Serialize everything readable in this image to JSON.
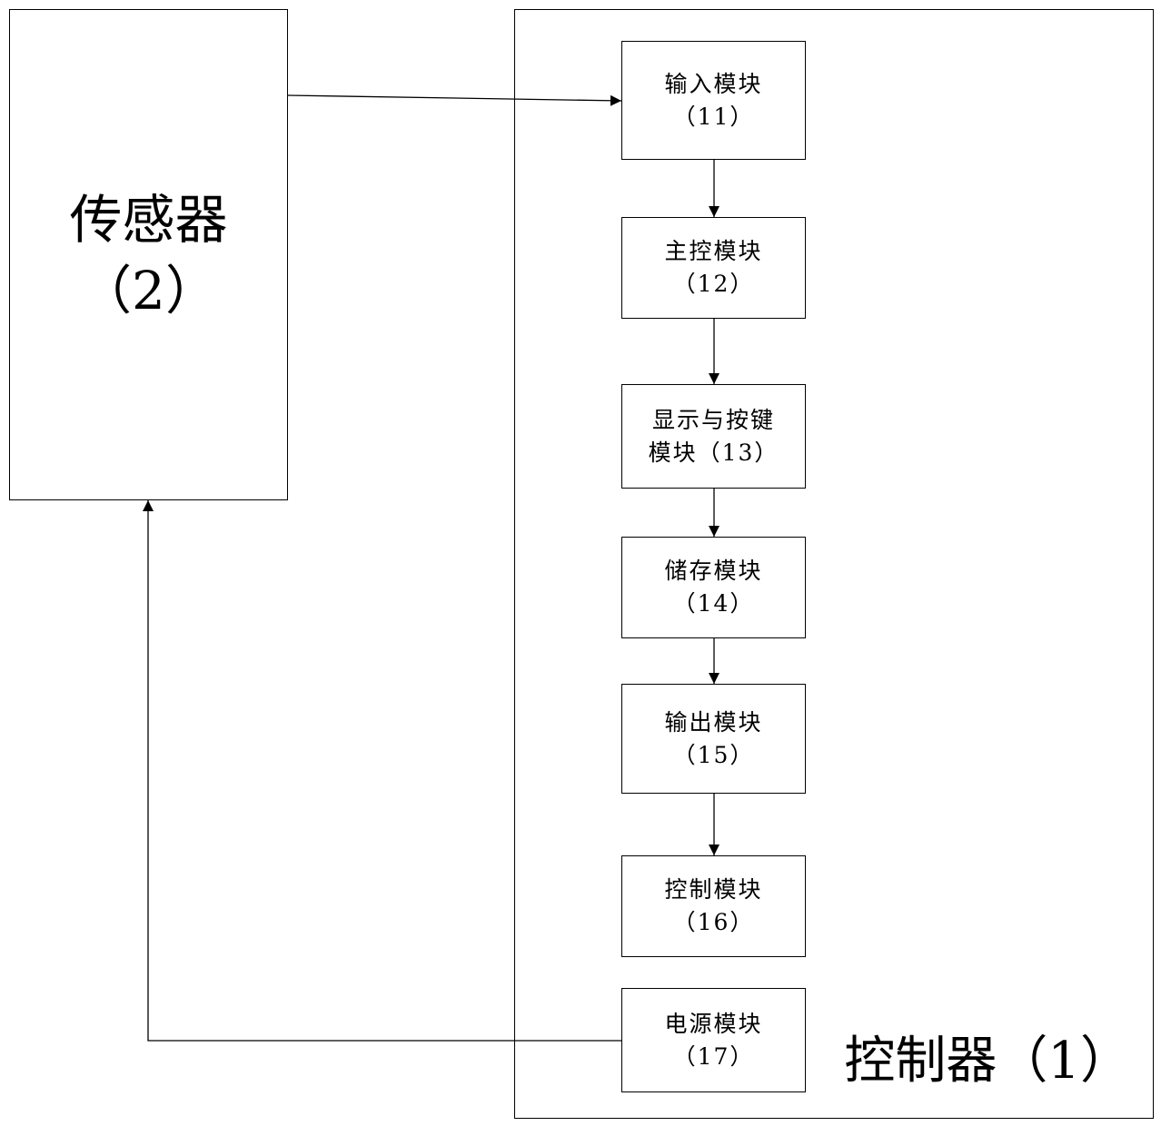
{
  "sensor": {
    "name": "传感器",
    "number": "（2）"
  },
  "controller": {
    "label": "控制器（1）"
  },
  "modules": [
    {
      "line1": "输入模块",
      "line2": "（11）"
    },
    {
      "line1": "主控模块",
      "line2": "（12）"
    },
    {
      "line1": "显示与按键",
      "line2": "模块（13）"
    },
    {
      "line1": "储存模块",
      "line2": "（14）"
    },
    {
      "line1": "输出模块",
      "line2": "（15）"
    },
    {
      "line1": "控制模块",
      "line2": "（16）"
    },
    {
      "line1": "电源模块",
      "line2": "（17）"
    }
  ]
}
